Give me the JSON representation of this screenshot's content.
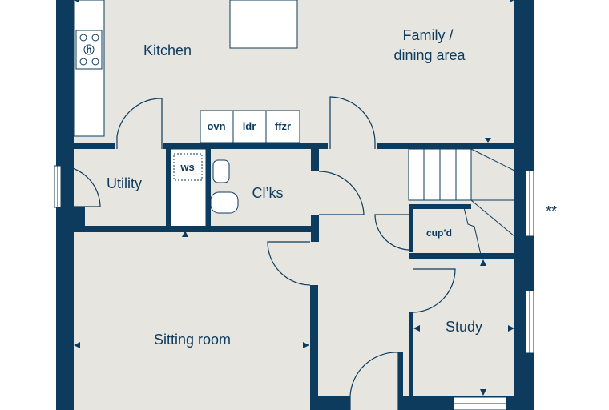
{
  "rooms": {
    "kitchen": "Kitchen",
    "family_line1": "Family /",
    "family_line2": "dining area",
    "utility": "Utility",
    "cloaks": "Cl’ks",
    "sitting_room": "Sitting room",
    "study": "Study",
    "cupboard": "cup’d"
  },
  "appliances": {
    "oven": "ovn",
    "dishwasher": "ldr",
    "fridge_freezer": "ffzr",
    "washbasin_unit": "ws"
  },
  "markers": {
    "window_note": "**"
  },
  "colors": {
    "wall": "#0d3b5e",
    "floor": "#e6e5e0"
  }
}
